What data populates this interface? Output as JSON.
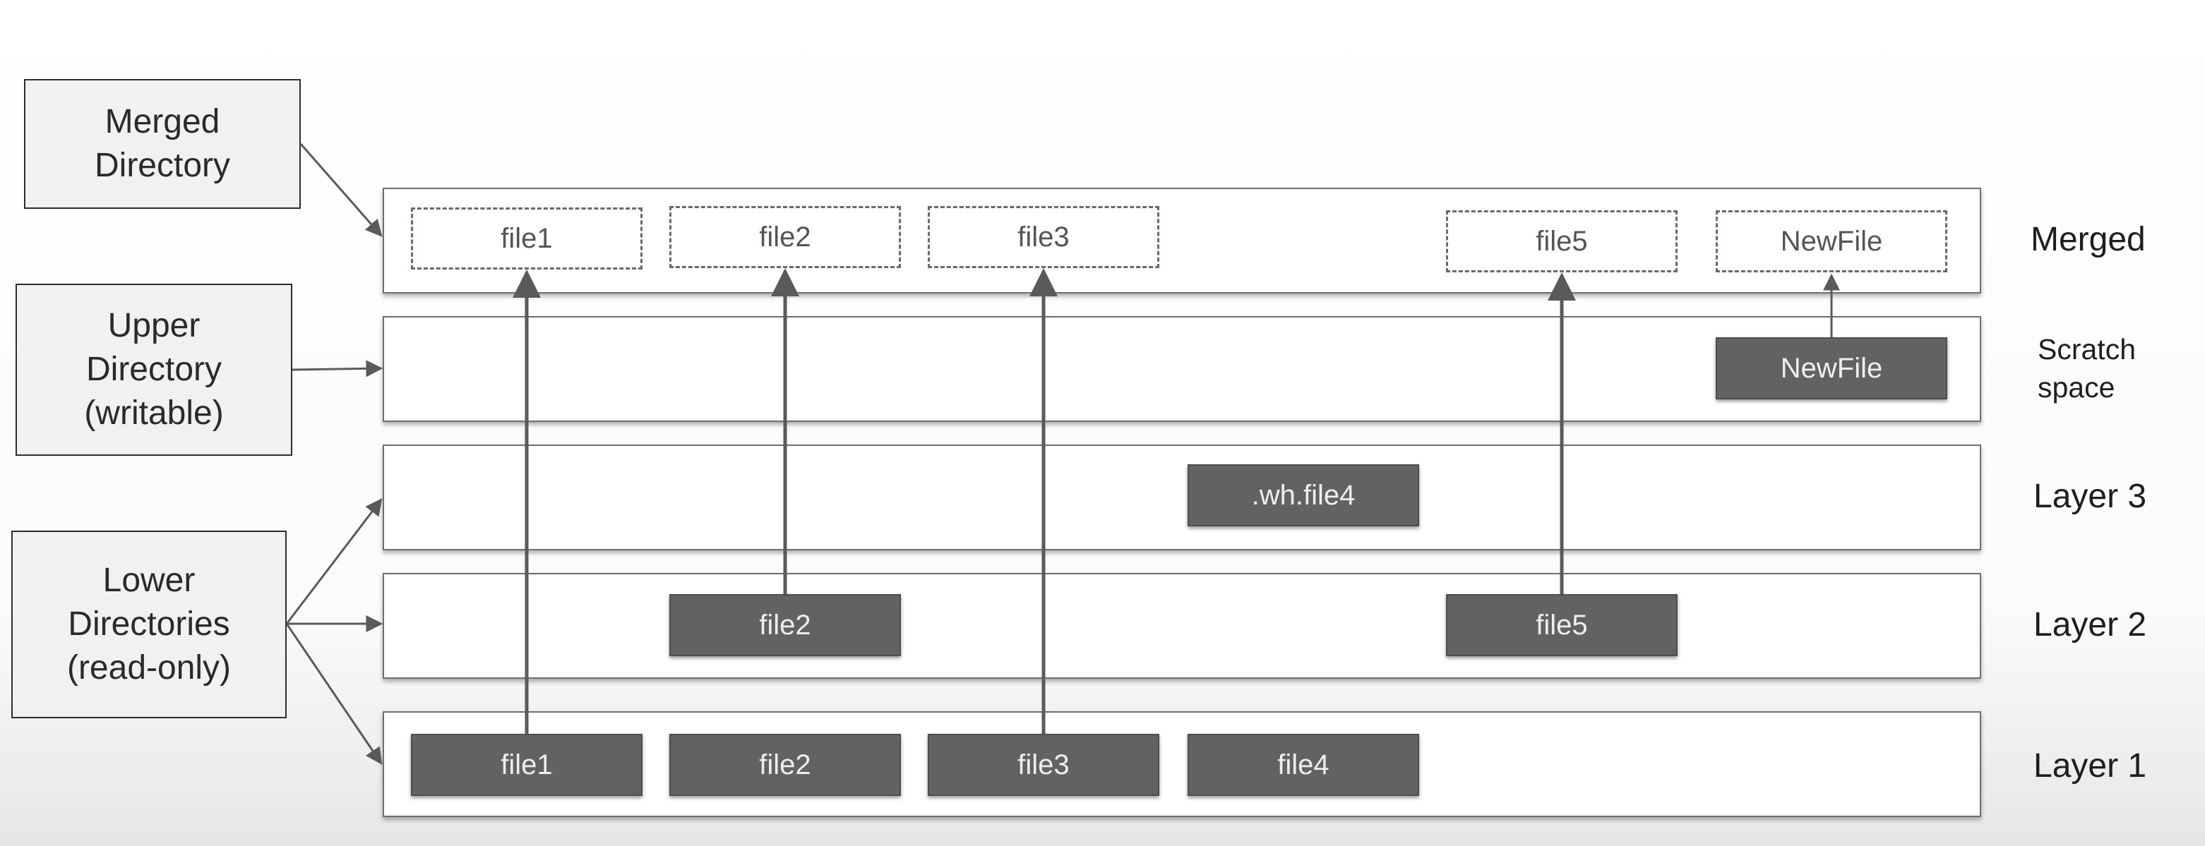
{
  "side_labels": {
    "merged": "Merged\nDirectory",
    "upper": "Upper\nDirectory\n(writable)",
    "lower": "Lower\nDirectories\n(read-only)"
  },
  "layers": {
    "merged": {
      "label": "Merged",
      "files": [
        "file1",
        "file2",
        "file3",
        "file5",
        "NewFile"
      ]
    },
    "scratch": {
      "label": "Scratch\nspace",
      "files": [
        "NewFile"
      ]
    },
    "layer3": {
      "label": "Layer 3",
      "files": [
        ".wh.file4"
      ]
    },
    "layer2": {
      "label": "Layer 2",
      "files": [
        "file2",
        "file5"
      ]
    },
    "layer1": {
      "label": "Layer 1",
      "files": [
        "file1",
        "file2",
        "file3",
        "file4"
      ]
    }
  },
  "colors": {
    "dark_file": "#626262",
    "arrow": "#5a5a5a"
  }
}
